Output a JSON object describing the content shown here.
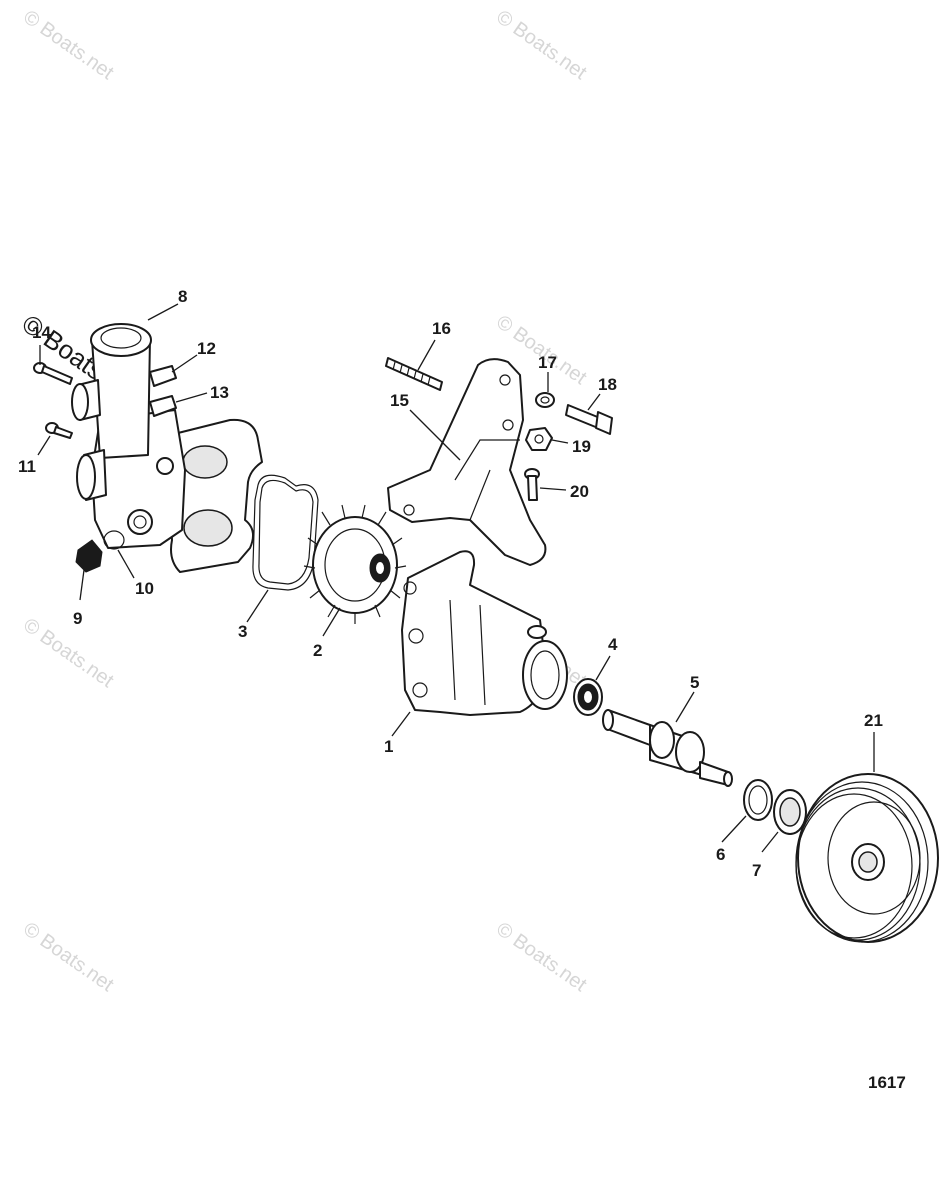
{
  "watermark": "© Boats.net",
  "diagram_number": "1617",
  "callouts": {
    "c1": "1",
    "c2": "2",
    "c3": "3",
    "c4": "4",
    "c5": "5",
    "c6": "6",
    "c7": "7",
    "c8": "8",
    "c9": "9",
    "c10": "10",
    "c11": "11",
    "c12": "12",
    "c13": "13",
    "c14": "14",
    "c15": "15",
    "c16": "16",
    "c17": "17",
    "c18": "18",
    "c19": "19",
    "c20": "20",
    "c21": "21"
  }
}
